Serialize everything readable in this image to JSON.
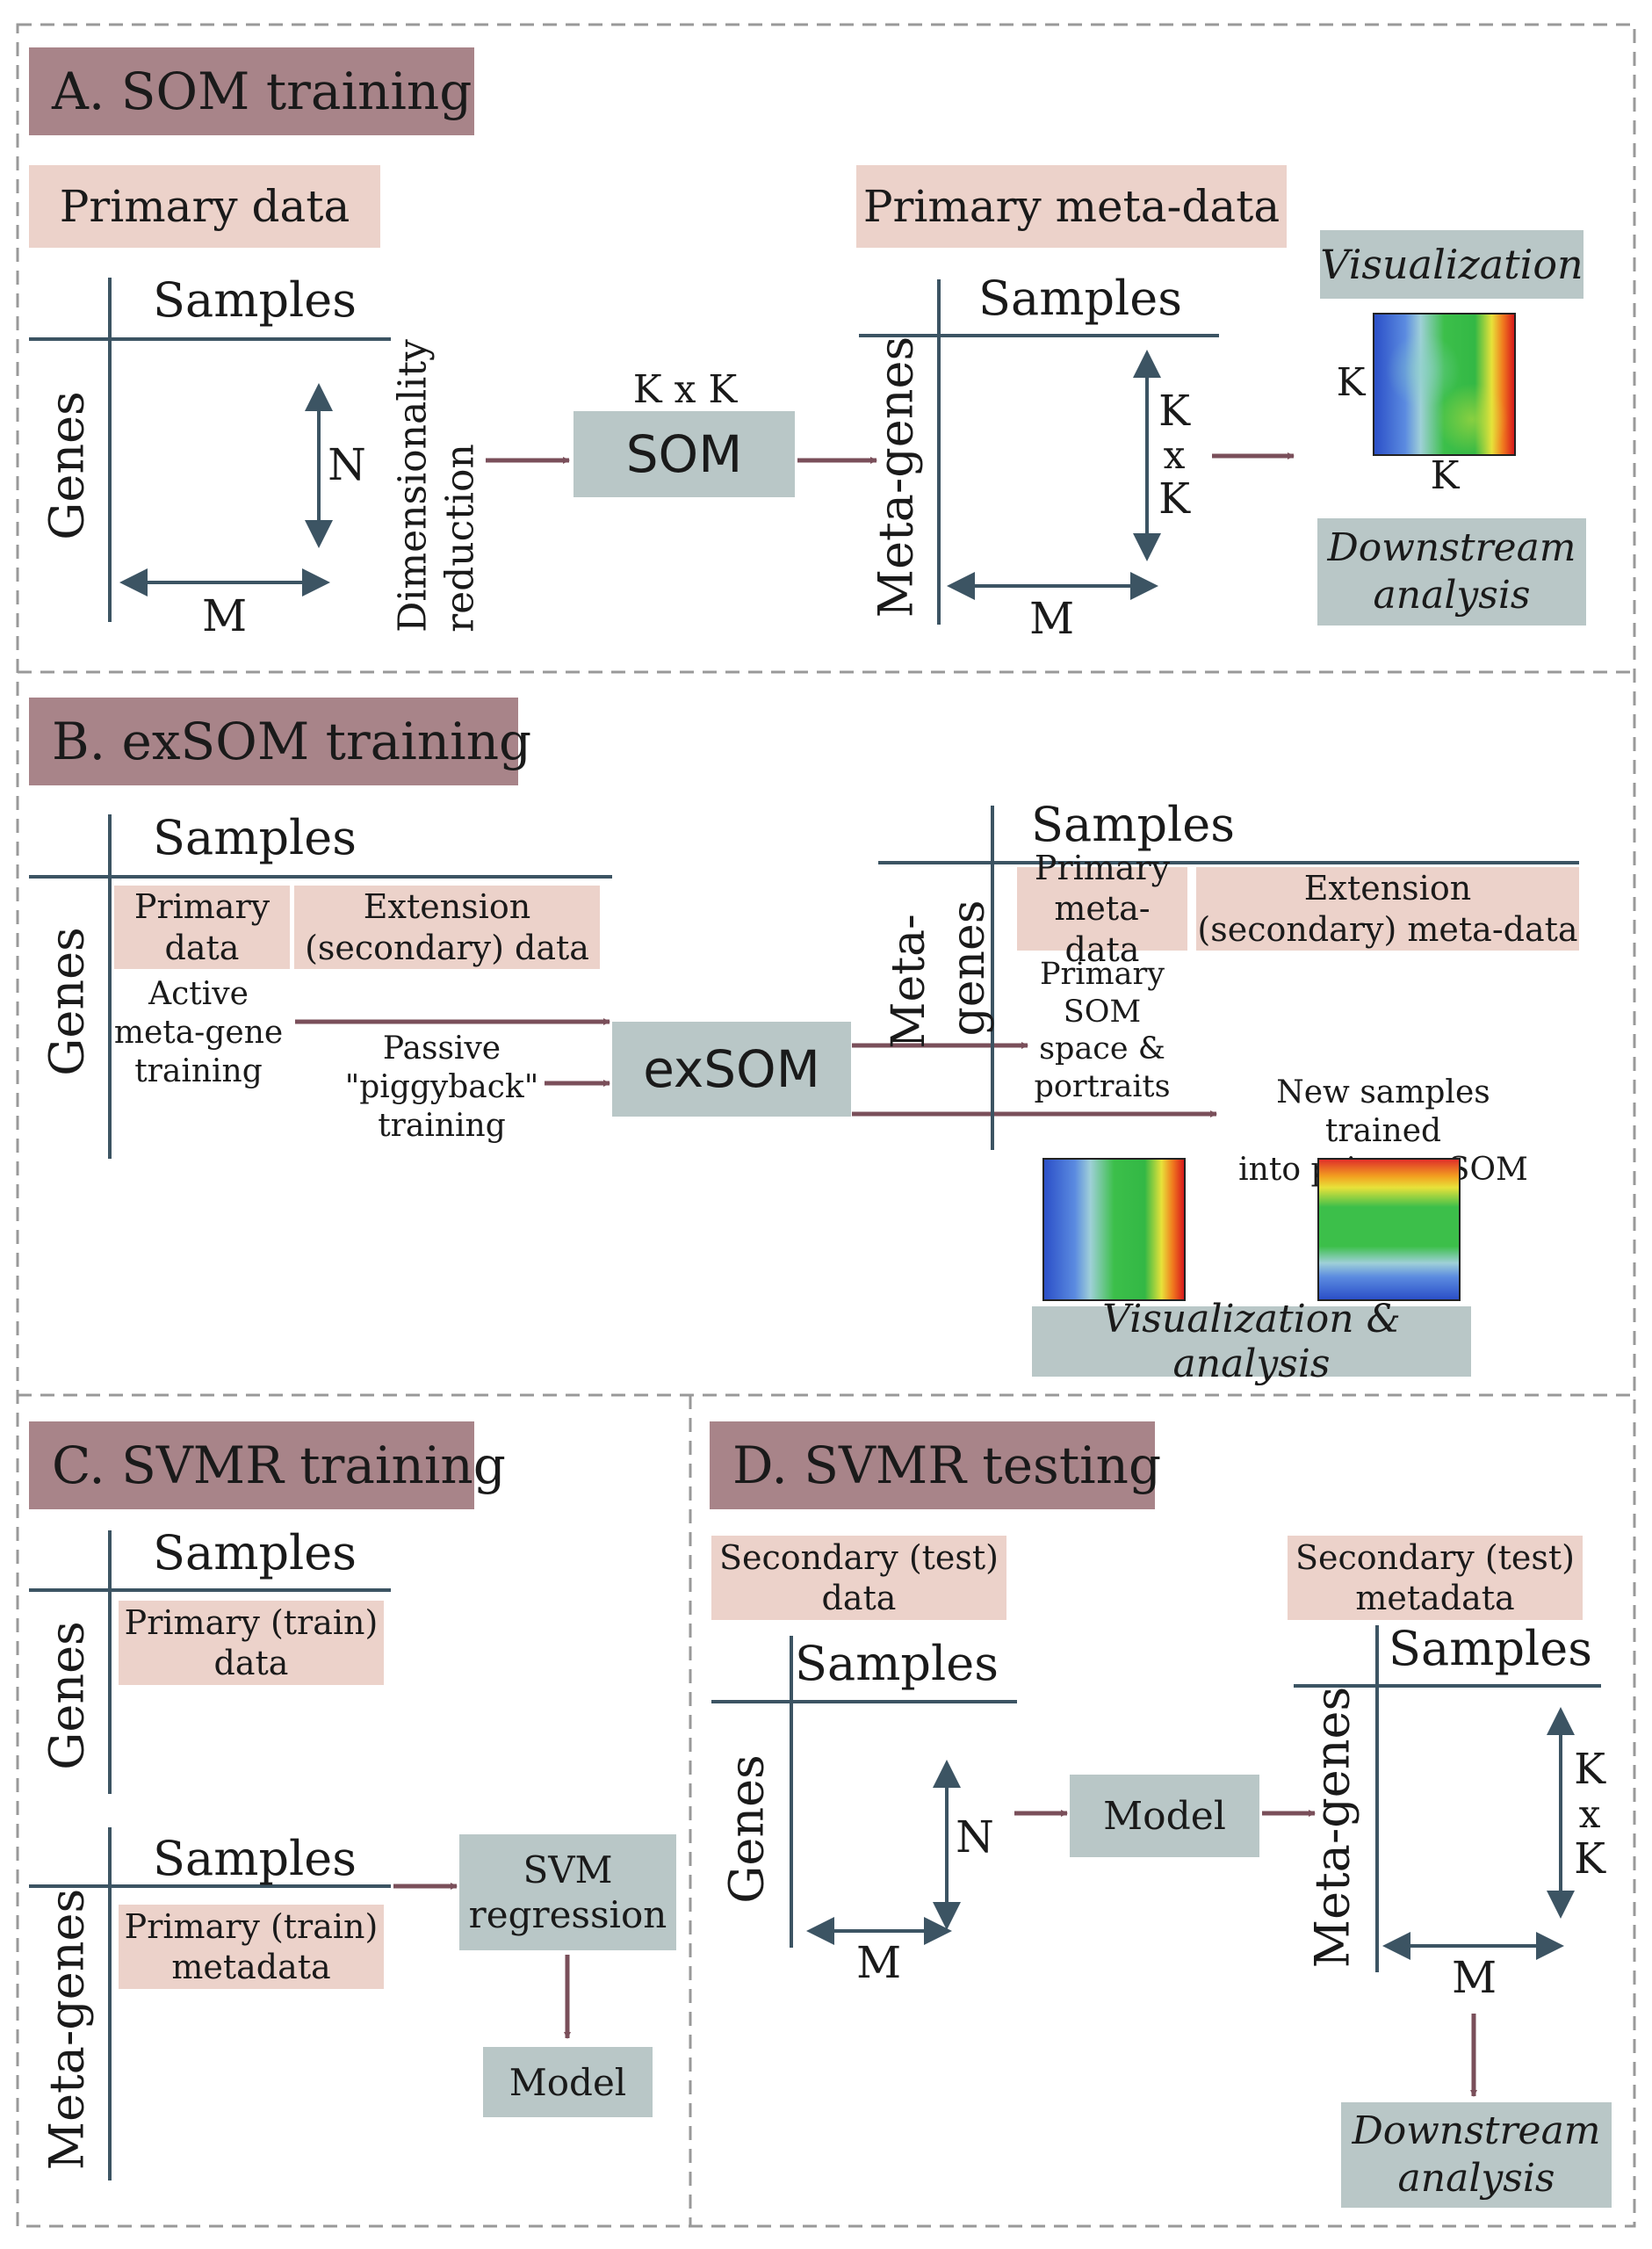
{
  "panel_a": {
    "title": "A. SOM training",
    "primary_data": "Primary data",
    "primary_meta_data": "Primary meta-data",
    "samples": "Samples",
    "genes": "Genes",
    "n": "N",
    "m": "M",
    "dim_reduction": "Dimensionality\nreduction",
    "kxk": "K x K",
    "som": "SOM",
    "meta_genes": "Meta-genes",
    "k": "K",
    "x": "x",
    "visualization": "Visualization",
    "downstream": "Downstream\nanalysis"
  },
  "panel_b": {
    "title": "B. exSOM training",
    "samples": "Samples",
    "genes": "Genes",
    "primary_data": "Primary\ndata",
    "extension_data": "Extension\n(secondary) data",
    "active": "Active\nmeta-gene\ntraining",
    "passive": "Passive\n\"piggyback\"\ntraining",
    "exsom": "exSOM",
    "meta": "Meta-",
    "genes_label": "genes",
    "primary_meta": "Primary\nmeta-data",
    "extension_meta": "Extension\n(secondary) meta-data",
    "primary_som": "Primary\nSOM\nspace &\nportraits",
    "new_samples": "New samples trained\ninto primary SOM",
    "vis_analysis": "Visualization & analysis"
  },
  "panel_c": {
    "title": "C. SVMR training",
    "samples": "Samples",
    "genes": "Genes",
    "primary_train_data": "Primary (train)\ndata",
    "meta_genes": "Meta-genes",
    "primary_train_metadata": "Primary (train)\nmetadata",
    "svm": "SVM\nregression",
    "model": "Model"
  },
  "panel_d": {
    "title": "D. SVMR testing",
    "secondary_data": "Secondary (test)\ndata",
    "secondary_metadata": "Secondary (test)\nmetadata",
    "samples": "Samples",
    "genes": "Genes",
    "n": "N",
    "m": "M",
    "model": "Model",
    "meta_genes": "Meta-genes",
    "k": "K",
    "x": "x",
    "downstream": "Downstream\nanalysis"
  },
  "colors": {
    "title_bg": "#a88489",
    "pink_box": "#ecd2ca",
    "gray_box": "#b9c7c7",
    "flow_arrow": "#7a4f5a",
    "dimension_arrow": "#3c5463"
  }
}
